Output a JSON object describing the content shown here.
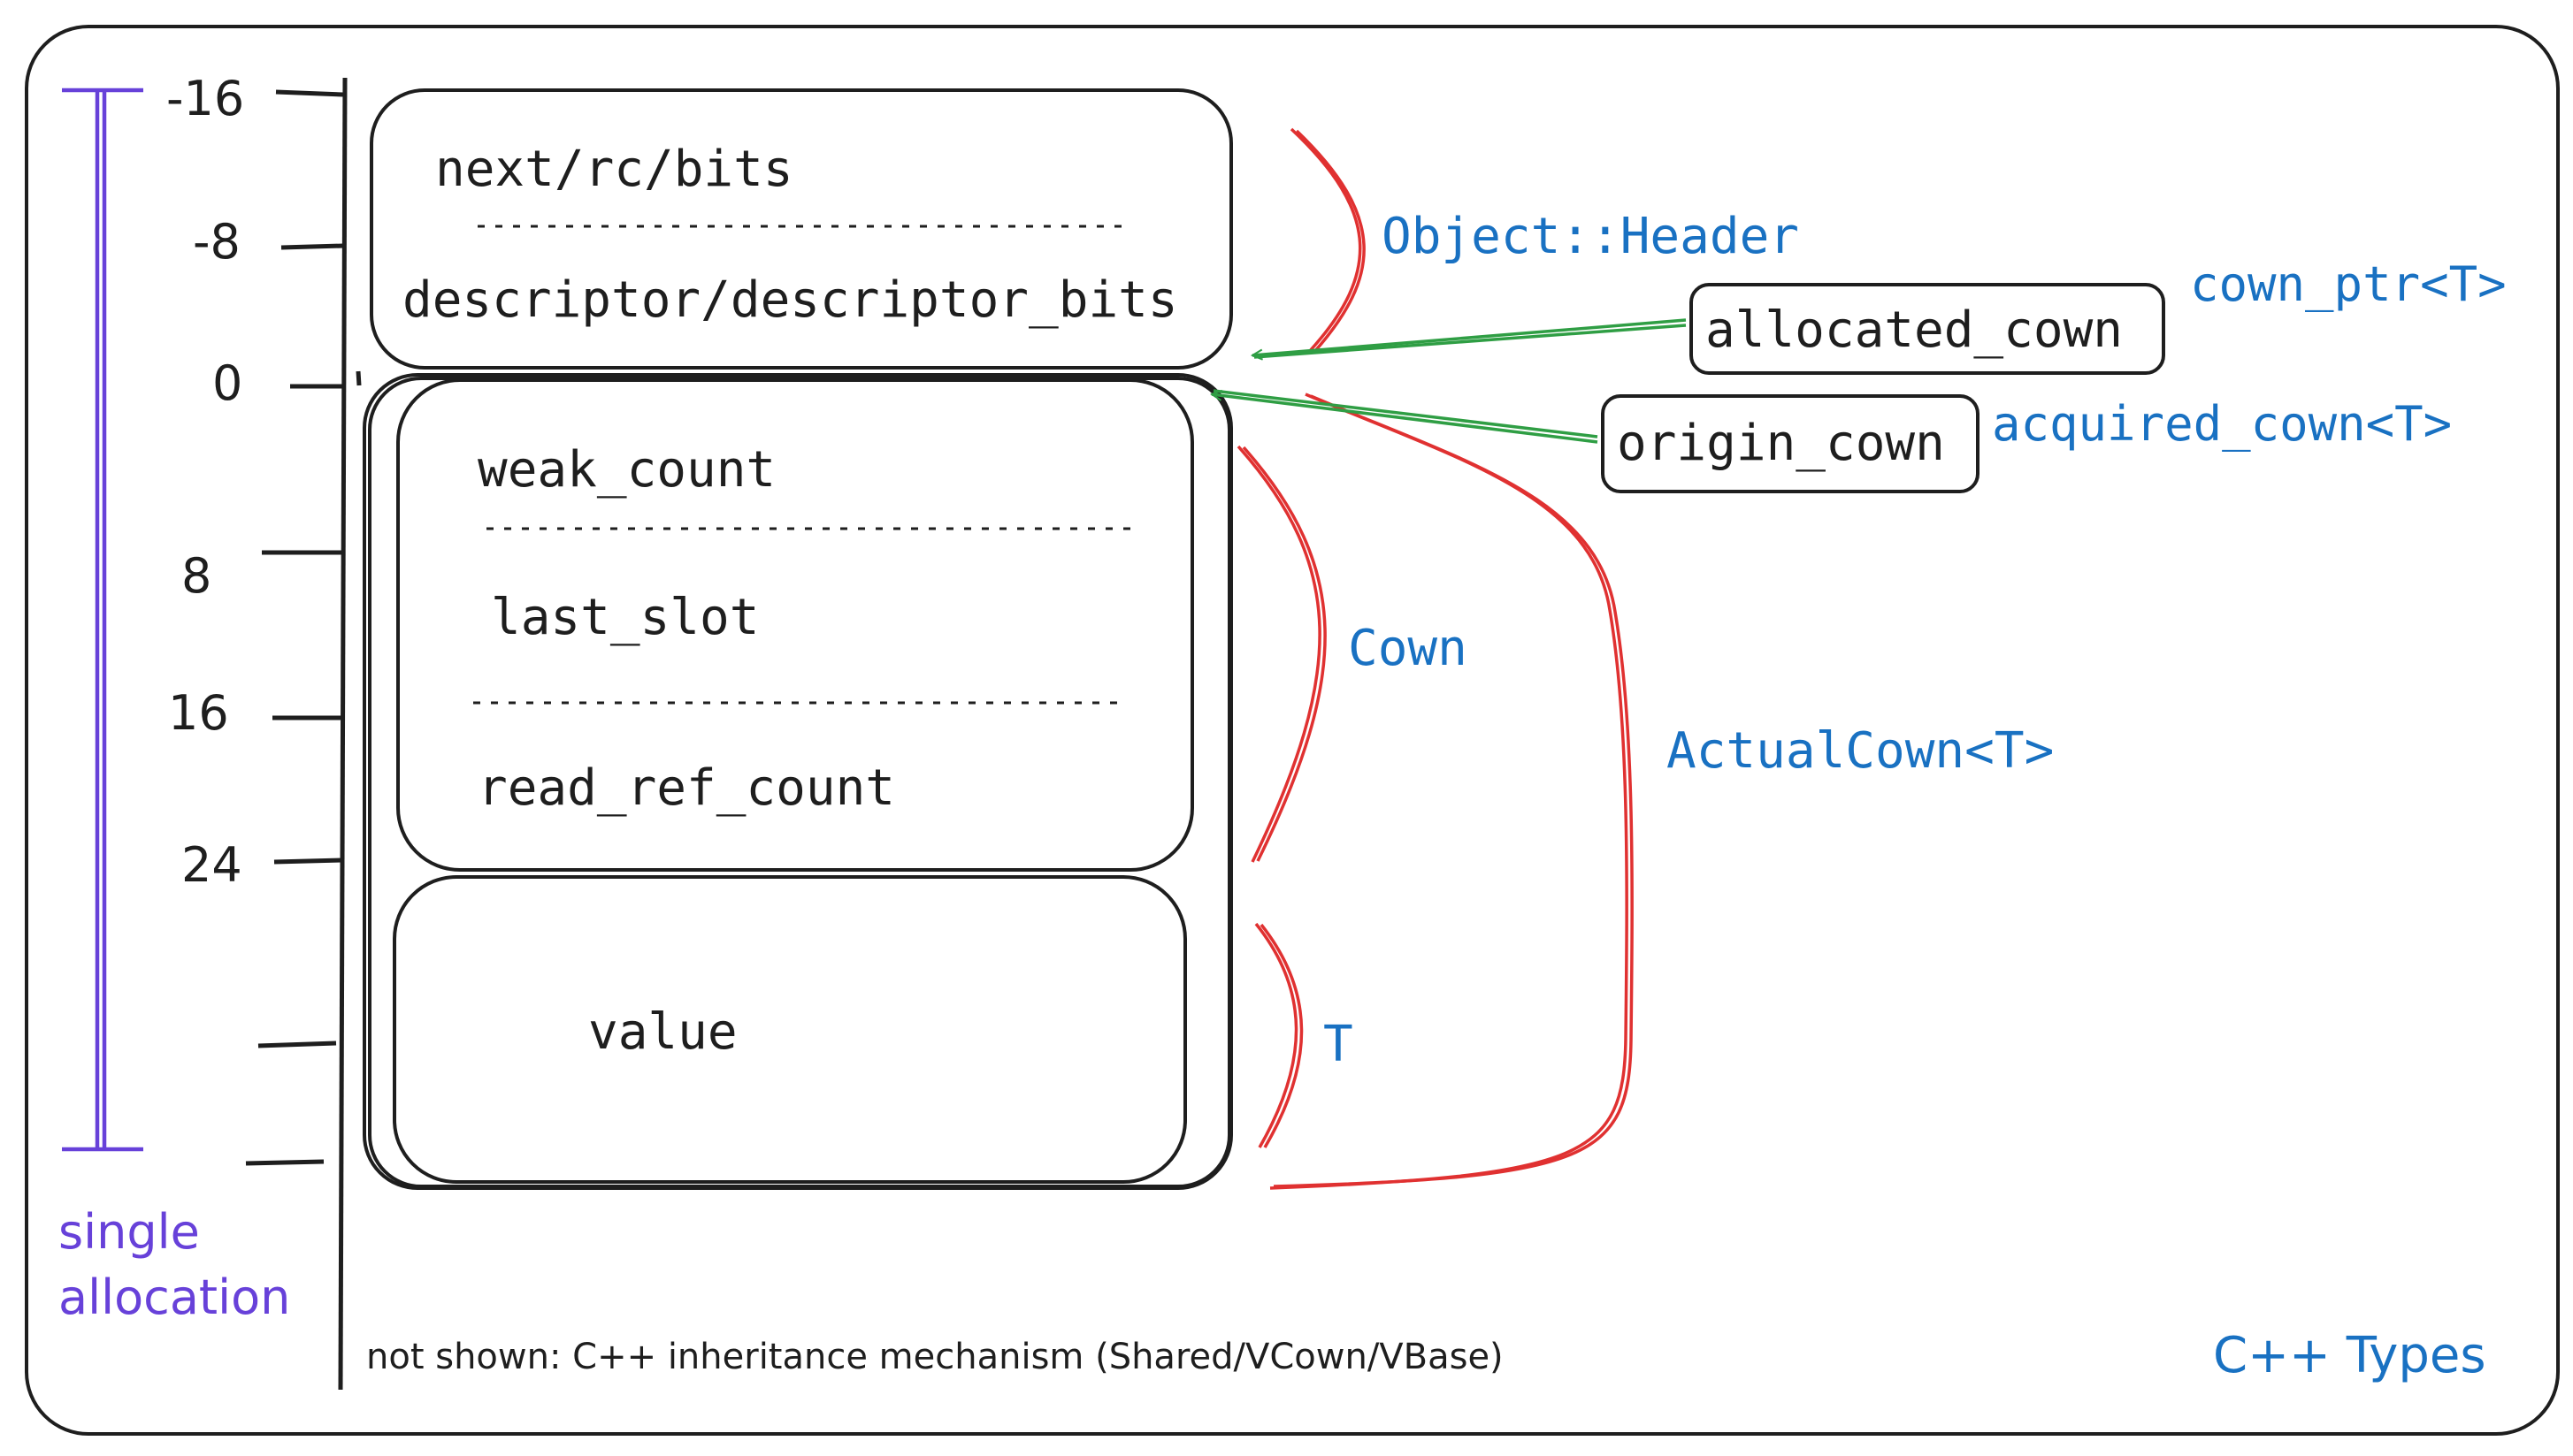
{
  "axis": {
    "ticks": [
      "-16",
      "-8",
      "0",
      "8",
      "16",
      "24"
    ]
  },
  "allocation": {
    "label_line1": "single",
    "label_line2": "allocation"
  },
  "header_box": {
    "fields": [
      "next/rc/bits",
      "descriptor/descriptor_bits"
    ]
  },
  "cown_box": {
    "fields": [
      "weak_count",
      "last_slot",
      "read_ref_count"
    ]
  },
  "value_box": {
    "field": "value"
  },
  "pointers": [
    {
      "name": "allocated_cown",
      "type": "cown_ptr<T>"
    },
    {
      "name": "origin_cown",
      "type": "acquired_cown<T>"
    }
  ],
  "type_labels": {
    "header": "Object::Header",
    "cown": "Cown",
    "t": "T",
    "actual": "ActualCown<T>"
  },
  "footnote": "not shown: C++ inheritance mechanism (Shared/VCown/VBase)",
  "corner_label": "C++ Types",
  "colors": {
    "types_blue": "#1971c2",
    "brace_red": "#e03131",
    "arrow_green": "#2f9e44",
    "allocation_violet": "#6741d9",
    "ink": "#1e1e1e"
  }
}
